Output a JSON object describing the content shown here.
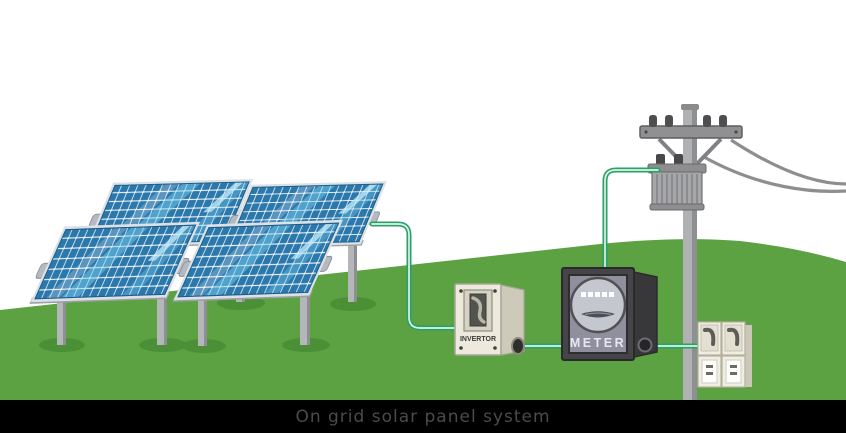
{
  "scene": {
    "title": "On grid solar panel system",
    "labels": {
      "inverter": "INVERTOR",
      "meter": "METER"
    },
    "counts": {
      "solar_panels": 4,
      "meter_display_segments": 5,
      "pole_insulators": 4,
      "grid_lines": 2,
      "breaker_switches": 2,
      "breaker_outlets": 2
    },
    "colors": {
      "grass": "#5ca243",
      "grass_shadow": "#4b8f36",
      "panel_cell": "#2b78ad",
      "panel_frame": "#dce1e5",
      "wire_outer": "#2aa06b",
      "wire_inner": "#dcf3e3",
      "meter_panel": "#8f8f9e",
      "metal_gray": "#a9aaac",
      "caption_bar": "#000000",
      "caption_text": "#4b4b4b"
    }
  }
}
